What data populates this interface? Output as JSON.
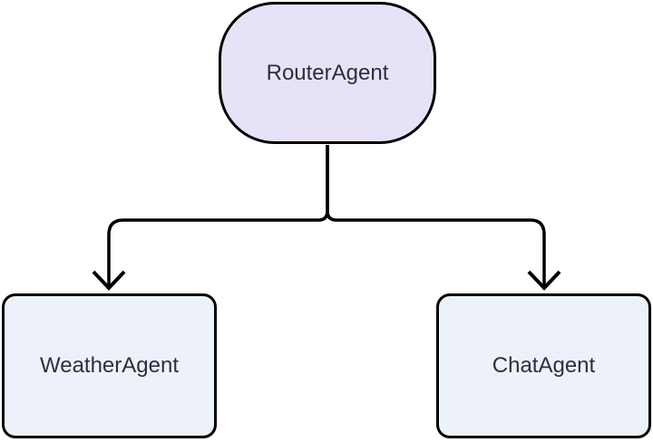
{
  "diagram": {
    "type": "flowchart-top-down",
    "colors": {
      "background": "#ffffff",
      "edge": "#000000",
      "node_border": "#000000",
      "root_fill": "#e8e2f8",
      "child_fill": "#edf1fa",
      "text": "#2e2e3f"
    },
    "nodes": [
      {
        "id": "router",
        "label": "RouterAgent",
        "shape": "stadium"
      },
      {
        "id": "weather",
        "label": "WeatherAgent",
        "shape": "rounded-rect"
      },
      {
        "id": "chat",
        "label": "ChatAgent",
        "shape": "rounded-rect"
      }
    ],
    "edges": [
      {
        "from": "RouterAgent",
        "to": "WeatherAgent",
        "arrow": "open-chevron-down"
      },
      {
        "from": "RouterAgent",
        "to": "ChatAgent",
        "arrow": "open-chevron-down"
      }
    ]
  }
}
